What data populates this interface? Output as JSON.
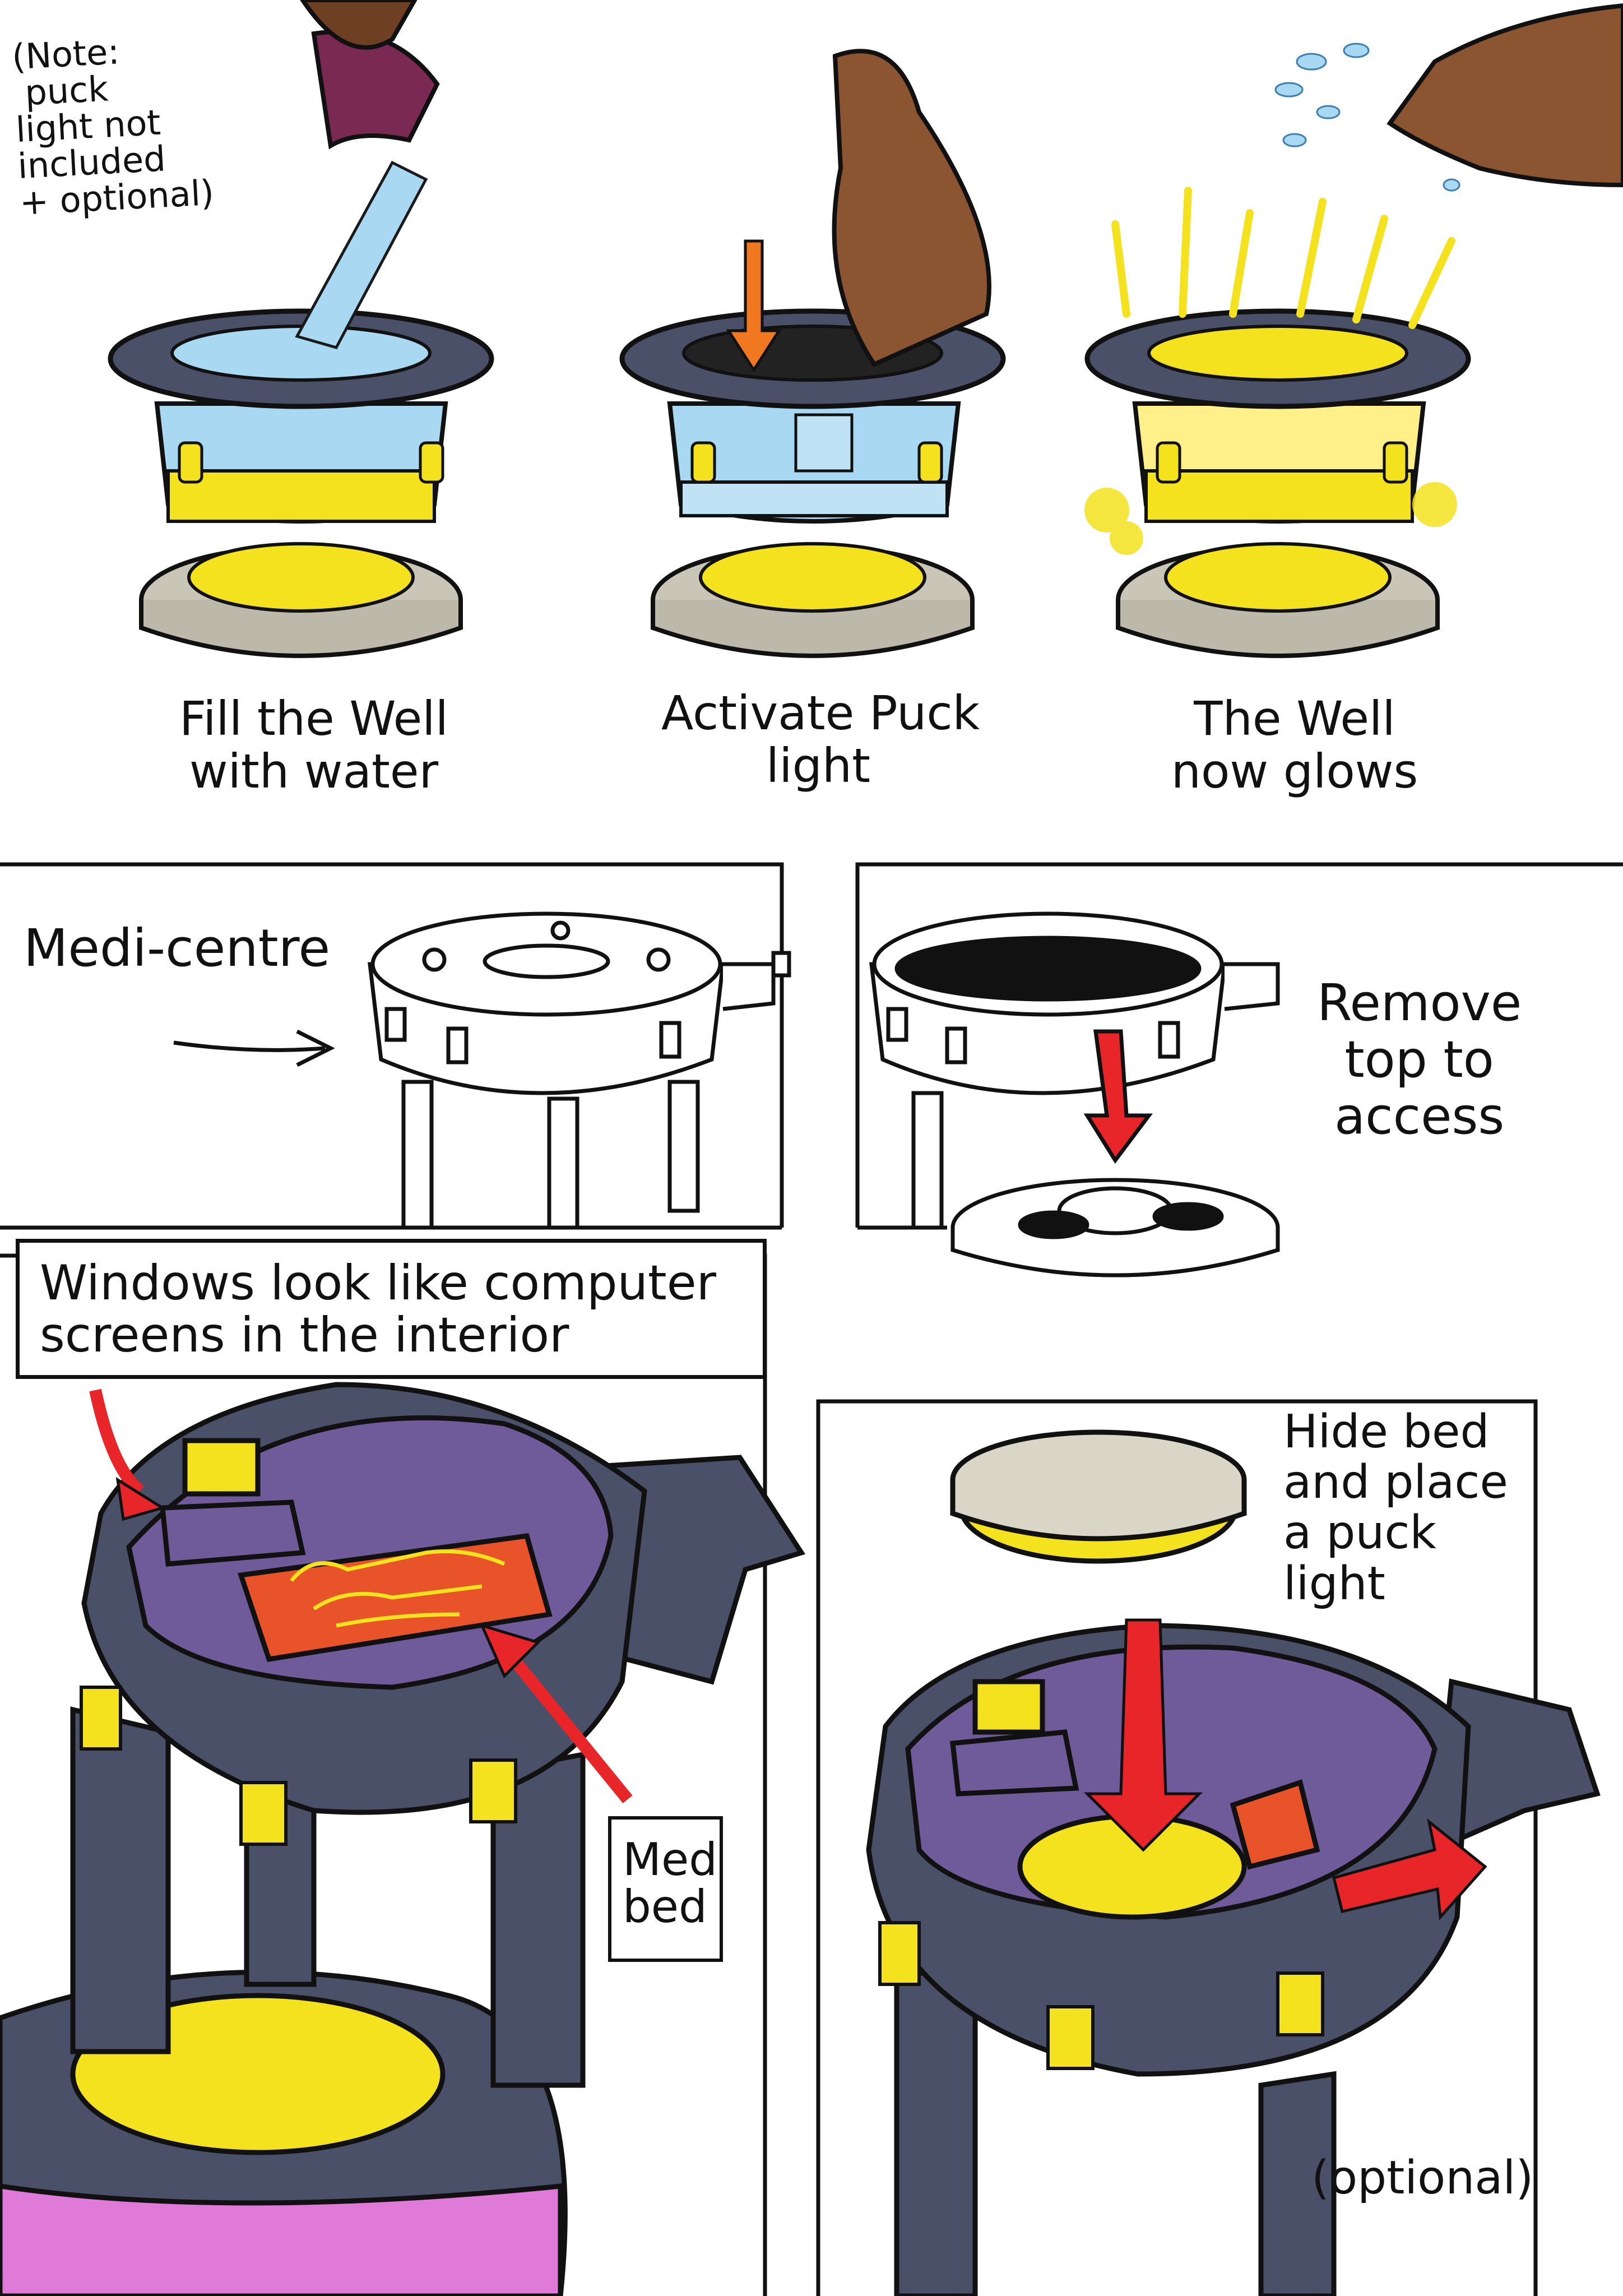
{
  "note": "(Note:\n puck\nlight not\nincluded\n+ optional)",
  "steps": [
    {
      "caption": "Fill the Well\nwith water"
    },
    {
      "caption": "Activate Puck\nlight"
    },
    {
      "caption": "The Well\nnow glows"
    }
  ],
  "medi_centre_label": "Medi-centre",
  "remove_top_label": "Remove\ntop to\naccess",
  "windows_label": "Windows look like computer\nscreens in the interior",
  "med_bed_label": "Med\nbed",
  "hide_bed_label": "Hide bed\nand place\na puck\nlight",
  "optional_label": "(optional)",
  "colors": {
    "body": "#4a5068",
    "body_dark": "#2e3247",
    "interior": "#6f5b9a",
    "glow": "#f4e21e",
    "water": "#a8d8f2",
    "arrow_red": "#e8262a",
    "arrow_orange": "#f07820",
    "base_grey": "#c9c6b8",
    "skin_dark": "#6e3f22",
    "skin_brown": "#8a5530",
    "bottle": "#7a2a52",
    "bed": "#e8532a",
    "pink": "#e07ad8"
  }
}
